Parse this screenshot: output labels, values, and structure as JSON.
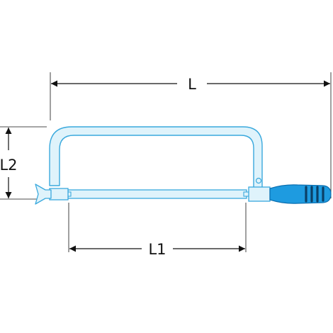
{
  "dimensions": {
    "overall_length_label": "L",
    "blade_length_label": "L1",
    "frame_height_label": "L2"
  },
  "colors": {
    "frame_outline": "#3aa9dd",
    "frame_fill": "#dff3fb",
    "handle": "#1e9be0",
    "handle_grip": "#0b3f66",
    "dimension_line": "#111111"
  }
}
